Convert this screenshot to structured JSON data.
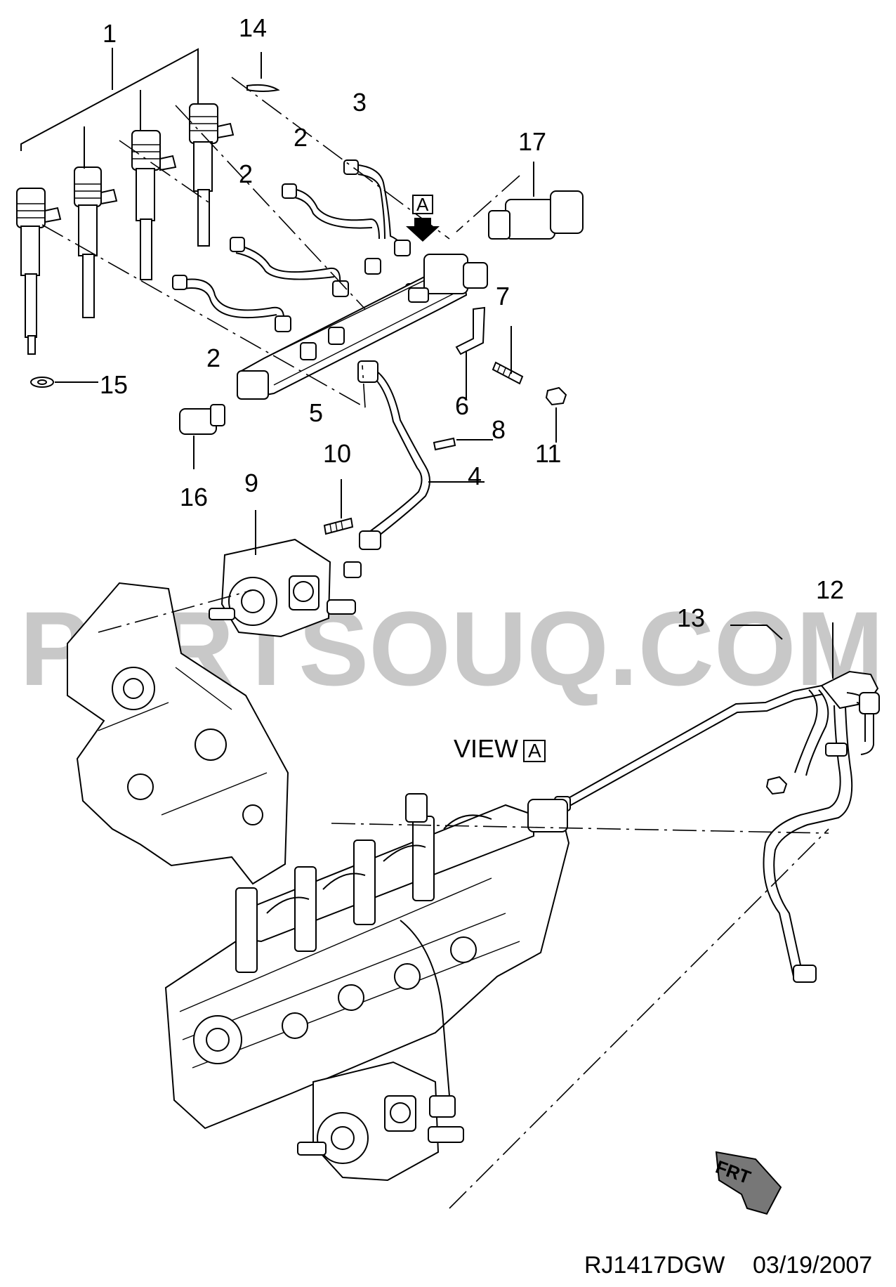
{
  "watermark": "PARTSOUQ.COM",
  "view_label": "VIEW",
  "view_ref": "A",
  "view_arrow_ref": "A",
  "front_marker": "FRT",
  "drawing_code": "RJ1417DGW",
  "drawing_date": "03/19/2007",
  "callouts": {
    "c1": "1",
    "c2a": "2",
    "c2b": "2",
    "c2c": "2",
    "c3": "3",
    "c4": "4",
    "c5": "5",
    "c6": "6",
    "c7": "7",
    "c8": "8",
    "c9": "9",
    "c10": "10",
    "c11": "11",
    "c12": "12",
    "c13": "13",
    "c14": "14",
    "c15": "15",
    "c16": "16",
    "c17": "17"
  }
}
